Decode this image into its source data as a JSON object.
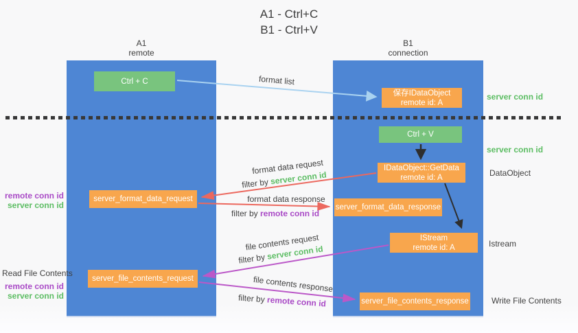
{
  "colors": {
    "lane_blue": "#4e86d4",
    "node_green": "#79c47e",
    "node_orange": "#f8a64d",
    "arrow_light_blue": "#a9d2f0",
    "arrow_red": "#ec685e",
    "arrow_purple": "#bb58c8",
    "arrow_black": "#2e2e2e",
    "label_green": "#5cbd63",
    "label_purple": "#a94ac6",
    "text_dark": "#3f3f3f",
    "background": "#f8f8f9"
  },
  "title": {
    "line1": "A1 - Ctrl+C",
    "line2": "B1 - Ctrl+V"
  },
  "lanes": {
    "a1": {
      "title": "A1",
      "subtitle": "remote"
    },
    "b1": {
      "title": "B1",
      "subtitle": "connection"
    }
  },
  "nodes": {
    "ctrl_c": {
      "label": "Ctrl + C"
    },
    "ctrl_v": {
      "label": "Ctrl + V"
    },
    "save_dataobject": {
      "line1": "保存IDataObject",
      "line2": "remote id: A"
    },
    "getdata": {
      "line1": "IDataObject::GetData",
      "line2": "remote id: A"
    },
    "istream": {
      "line1": "IStream",
      "line2": "remote id: A"
    },
    "format_request": {
      "label": "server_format_data_request"
    },
    "format_response": {
      "label": "server_format_data_response"
    },
    "file_request": {
      "label": "server_file_contents_request"
    },
    "file_response": {
      "label": "server_file_contents_response"
    }
  },
  "edge_labels": {
    "format_list": "format list",
    "format_data_request": "format data request",
    "filter_server_1": {
      "prefix": "filter by",
      "value": "server conn id"
    },
    "format_data_response": "format data response",
    "filter_remote_1": {
      "prefix": "filter by",
      "value": "remote conn id"
    },
    "file_contents_request": "file contents request",
    "filter_server_2": {
      "prefix": "filter by",
      "value": "server conn id"
    },
    "file_contents_response": "file contents response",
    "filter_remote_2": {
      "prefix": "filter by",
      "value": "remote conn id"
    }
  },
  "side_labels": {
    "left_top": {
      "remote": "remote conn id",
      "server": "server conn id"
    },
    "read_file": "Read File Contents",
    "left_bottom": {
      "remote": "remote conn id",
      "server": "server conn id"
    },
    "right_server_1": "server conn id",
    "right_server_2": "server conn id",
    "dataobject": "DataObject",
    "istream": "Istream",
    "write_file": "Write File Contents"
  }
}
